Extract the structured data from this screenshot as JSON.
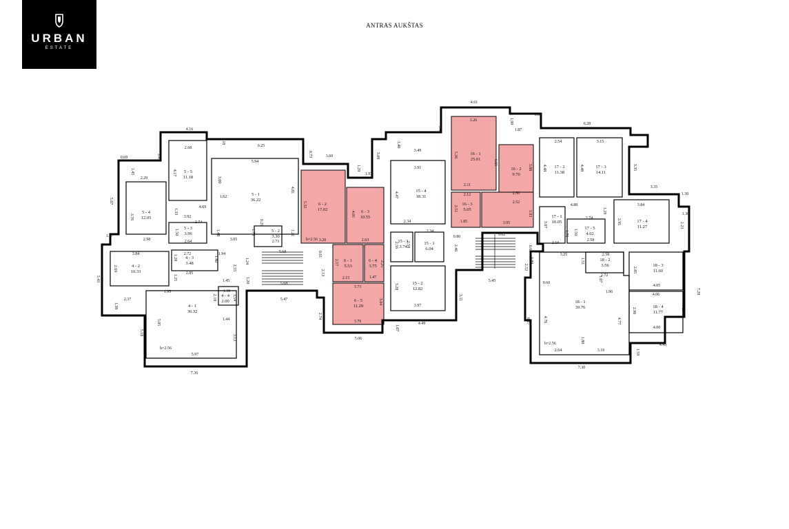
{
  "logo": {
    "brand": "URBAN",
    "sub": "ESTATE",
    "colors": {
      "bg": "#000000",
      "text": "#ffffff"
    }
  },
  "page_title": "ANTRAS AUKŠTAS",
  "highlight_color": "#f4a7a7",
  "rooms": {
    "r6_2": {
      "id": "6 - 2",
      "area": "17.02"
    },
    "r6_3": {
      "id": "6 - 3",
      "area": "10.55"
    },
    "r6_1": {
      "id": "6 - 1",
      "area": "5.53"
    },
    "r6_4": {
      "id": "6 - 4",
      "area": "3.75"
    },
    "r6_5": {
      "id": "6 - 5",
      "area": "11.29"
    },
    "r16_1": {
      "id": "16 - 1",
      "area": "25.01"
    },
    "r16_2": {
      "id": "16 - 2",
      "area": "9.70"
    },
    "r16_3": {
      "id": "16 - 3",
      "area": "5.05"
    },
    "r5_5": {
      "id": "5 - 5",
      "area": "11.18"
    },
    "r5_1": {
      "id": "5 - 1",
      "area": "36.22"
    },
    "r5_4": {
      "id": "5 - 4",
      "area": "12.05"
    },
    "r5_3": {
      "id": "5 - 3",
      "area": "3.96"
    },
    "r5_2": {
      "id": "5 - 2",
      "area": "3.30"
    },
    "r4_2": {
      "id": "4 - 2",
      "area": "10.33"
    },
    "r4_3": {
      "id": "4 - 3",
      "area": "3.48"
    },
    "r4_4": {
      "id": "4 - 4",
      "area": "2.00"
    },
    "r4_1": {
      "id": "4 - 1",
      "area": "36.32"
    },
    "r15_4": {
      "id": "15 - 4",
      "area": "18.31"
    },
    "r15_3": {
      "id": "15 - 3",
      "area": "3.74"
    },
    "r15_1": {
      "id": "15 - 1",
      "area": "6.04"
    },
    "r15_2": {
      "id": "15 - 2",
      "area": "12.82"
    },
    "r17_2": {
      "id": "17 - 2",
      "area": "11.38"
    },
    "r17_3": {
      "id": "17 - 3",
      "area": "14.11"
    },
    "r17_1": {
      "id": "17 - 1",
      "area": "10.05"
    },
    "r17_5": {
      "id": "17 - 5",
      "area": "4.02"
    },
    "r17_4": {
      "id": "17 - 4",
      "area": "11.27"
    },
    "r18_2": {
      "id": "18 - 2",
      "area": "3.56"
    },
    "r18_3": {
      "id": "18 - 3",
      "area": "11.60"
    },
    "r18_1": {
      "id": "18 - 1",
      "area": "39.76"
    },
    "r18_4": {
      "id": "18 - 4",
      "area": "11.77"
    }
  },
  "ceiling_heights": [
    "h=2.56",
    "h=2.56",
    "h=2.56"
  ],
  "dimensions": [
    "4.61",
    "0.82",
    "3.26",
    "1.99",
    "1.87",
    "6.28",
    "5.26",
    "6.65",
    "3.88",
    "2.54",
    "3.15",
    "2.50",
    "2.52",
    "2.11",
    "2.12",
    "2.51",
    "1.85",
    "3.95",
    "1.93",
    "4.48",
    "4.48",
    "3.35",
    "3.35",
    "1.30",
    "3.84",
    "4.88",
    "1.29",
    "2.95",
    "2.23",
    "1.30",
    "3.07",
    "2.74",
    "1.56",
    "1.78",
    "2.58",
    "2.10",
    "0.67",
    "0.89",
    "3.25",
    "1.51",
    "2.58",
    "2.72",
    "1.07",
    "2.85",
    "4.05",
    "0.60",
    "2.52",
    "1.96",
    "4.06",
    "2.90",
    "2.94",
    "7.29",
    "6.27",
    "4.76",
    "4.77",
    "4.00",
    "1.80",
    "2.64",
    "3.19",
    "4.45",
    "1.59",
    "7.30",
    "5.02",
    "0.80",
    "2.46",
    "5.45",
    "3.11",
    "3.42",
    "1.40",
    "3.49",
    "3.91",
    "4.47",
    "2.34",
    "2.34",
    "2.56",
    "2.58",
    "3.28",
    "3.97",
    "4.49",
    "1.07",
    "3.09",
    "1.29",
    "1.97",
    "3.60",
    "0.73",
    "5.32",
    "4.01",
    "3.20",
    "2.63",
    "2.57",
    "2.15",
    "2.25",
    "1.47",
    "3.73",
    "3.04",
    "3.70",
    "2.74",
    "5.06",
    "0.61",
    "2.13",
    "4.16",
    "2.68",
    "1.18",
    "6.25",
    "5.94",
    "3.47",
    "4.17",
    "3.00",
    "4.81",
    "4.69",
    "1.62",
    "0.69",
    "1.45",
    "2.29",
    "5.67",
    "3.76",
    "3.92",
    "1.33",
    "2.98",
    "2.74",
    "1.50",
    "1.48",
    "3.05",
    "2.64",
    "1.70",
    "2.73",
    "1.21",
    "0.29",
    "1.27",
    "3.84",
    "2.72",
    "1.28",
    "1.40",
    "1.94",
    "2.55",
    "2.85",
    "2.69",
    "5.43",
    "1.25",
    "1.24",
    "1.20",
    "1.95",
    "1.30",
    "1.54",
    "1.45",
    "2.37",
    "1.38",
    "5.05",
    "5.18",
    "2.18",
    "1.44",
    "3.13",
    "5.97",
    "7.36",
    "5.47",
    "5.68",
    "5.68"
  ]
}
